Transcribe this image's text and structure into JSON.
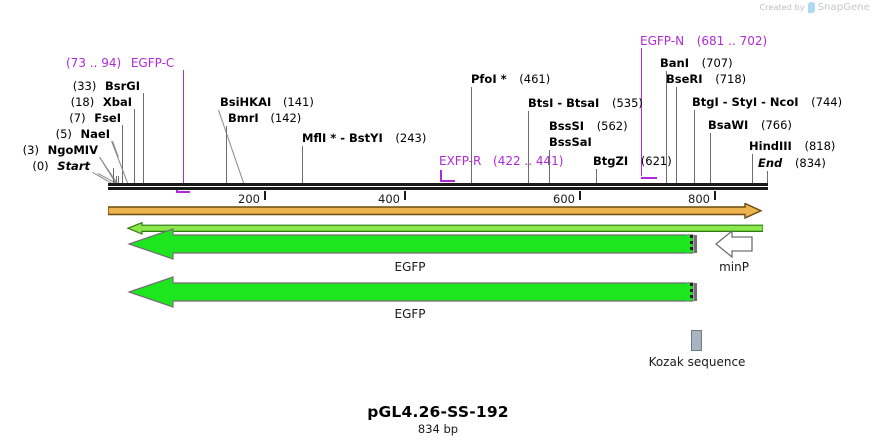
{
  "watermark": {
    "prefix": "Created by",
    "brand": "SnapGene"
  },
  "plasmid": {
    "name": "pGL4.26-SS-192",
    "length_label": "834 bp",
    "length_bp": 834
  },
  "ruler": {
    "ticks": [
      {
        "label": "200",
        "value": 200
      },
      {
        "label": "400",
        "value": 400
      },
      {
        "label": "600",
        "value": 600
      },
      {
        "label": "800",
        "value": 800
      }
    ]
  },
  "sites_left": [
    {
      "name": "BsrGI",
      "pos": "(33)",
      "value": 33,
      "italic": false
    },
    {
      "name": "XbaI",
      "pos": "(18)",
      "value": 18,
      "italic": false
    },
    {
      "name": "FseI",
      "pos": "(7)",
      "value": 7,
      "italic": false
    },
    {
      "name": "NaeI",
      "pos": "(5)",
      "value": 5,
      "italic": false
    },
    {
      "name": "NgoMIV",
      "pos": "(3)",
      "value": 3,
      "italic": false
    },
    {
      "name": "Start",
      "pos": "(0)",
      "value": 0,
      "italic": true
    }
  ],
  "sites_mid": [
    {
      "name": "BsiHKAI",
      "pos": "(141)",
      "value": 141
    },
    {
      "name": "BmrI",
      "pos": "(142)",
      "value": 142
    },
    {
      "name": "MflI * - BstYI",
      "pos": "(243)",
      "value": 243
    },
    {
      "name": "PfoI *",
      "pos": "(461)",
      "value": 461
    },
    {
      "name": "BtsI - BtsaI",
      "pos": "(535)",
      "value": 535
    },
    {
      "name": "BssSI",
      "pos": "(562)",
      "value": 562
    },
    {
      "name": "BssSaI",
      "pos": "",
      "value": 562
    },
    {
      "name": "BtgZI",
      "pos": "(621)",
      "value": 621
    }
  ],
  "sites_right": [
    {
      "name": "BanI",
      "pos": "(707)",
      "value": 707,
      "italic": false
    },
    {
      "name": "BseRI",
      "pos": "(718)",
      "value": 718,
      "italic": false
    },
    {
      "name": "BtgI - StyI - NcoI",
      "pos": "(744)",
      "value": 744,
      "italic": false
    },
    {
      "name": "BsaWI",
      "pos": "(766)",
      "value": 766,
      "italic": false
    },
    {
      "name": "HindIII",
      "pos": "(818)",
      "value": 818,
      "italic": false
    },
    {
      "name": "End",
      "pos": "(834)",
      "value": 834,
      "italic": true
    }
  ],
  "primers": [
    {
      "name": "EGFP-C",
      "range": "(73 .. 94)",
      "start": 73,
      "end": 94
    },
    {
      "name": "EXFP-R",
      "range": "(422 .. 441)",
      "start": 422,
      "end": 441
    },
    {
      "name": "EGFP-N",
      "range": "(681 .. 702)",
      "start": 681,
      "end": 702
    }
  ],
  "features": [
    {
      "name": "EGFP",
      "kind": "arrow-left",
      "color": "#1ee61e"
    },
    {
      "name": "EGFP",
      "kind": "arrow-left",
      "color": "#1ee61e"
    },
    {
      "name": "minP",
      "kind": "arrow-left",
      "color": "#ffffff"
    },
    {
      "name": "Kozak sequence",
      "kind": "box",
      "color": "#a8b4c0"
    }
  ],
  "colors": {
    "backbone": "#1a1a1a",
    "primer_purple": "#b12ad7",
    "egfp_green": "#1ee61e",
    "light_green": "#8ae84a",
    "orange": "#edb34e",
    "orange_border": "#7a5312",
    "kozak_gray": "#a8b4c0",
    "leader_line": "#6e6e6e",
    "watermark_text": "#c3c8ce"
  }
}
